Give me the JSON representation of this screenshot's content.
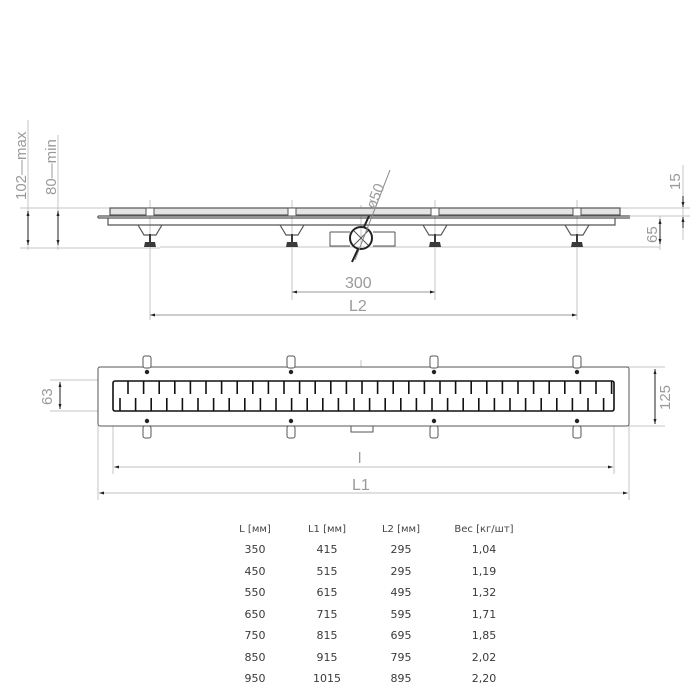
{
  "side_view": {
    "dim_height_max": "102—max",
    "dim_height_min": "80—min",
    "dim_grate_thickness": "15",
    "dim_body_height": "65",
    "dim_outlet_diameter": "ø50",
    "dim_outlet_offset": "300",
    "dim_leg_spacing": "L2"
  },
  "top_view": {
    "dim_channel_width": "63",
    "dim_flange_width": "125",
    "dim_grate_length": "l",
    "dim_total_length": "L1"
  },
  "table": {
    "headers": [
      "L [мм]",
      "L1 [мм]",
      "L2 [мм]",
      "Вес [кг/шт]"
    ],
    "rows": [
      [
        "350",
        "415",
        "295",
        "1,04"
      ],
      [
        "450",
        "515",
        "295",
        "1,19"
      ],
      [
        "550",
        "615",
        "495",
        "1,32"
      ],
      [
        "650",
        "715",
        "595",
        "1,71"
      ],
      [
        "750",
        "815",
        "695",
        "1,85"
      ],
      [
        "850",
        "915",
        "795",
        "2,02"
      ],
      [
        "950",
        "1015",
        "895",
        "2,20"
      ]
    ]
  },
  "colors": {
    "line": "#555555",
    "dim_line": "#b5b5b5",
    "dim_text": "#9a9a9a",
    "slot": "#111111"
  }
}
